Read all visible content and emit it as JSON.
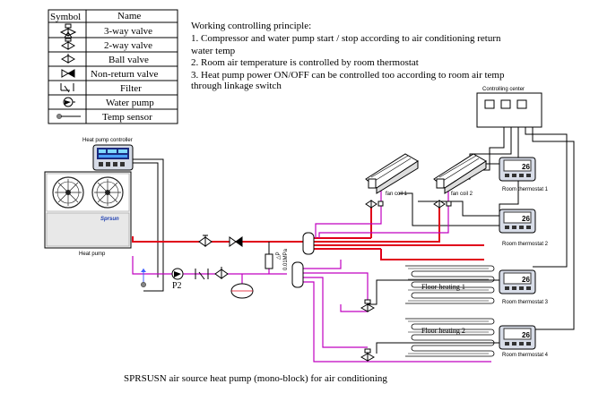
{
  "legend": {
    "header_symbol": "Symbol",
    "header_name": "Name",
    "items": [
      {
        "icon": "3-way-valve-icon",
        "name": "3-way valve"
      },
      {
        "icon": "2-way-valve-icon",
        "name": "2-way valve"
      },
      {
        "icon": "ball-valve-icon",
        "name": "Ball valve"
      },
      {
        "icon": "non-return-valve-icon",
        "name": "Non-return valve"
      },
      {
        "icon": "filter-icon",
        "name": "Filter"
      },
      {
        "icon": "water-pump-icon",
        "name": "Water pump"
      },
      {
        "icon": "temp-sensor-icon",
        "name": "Temp sensor"
      }
    ]
  },
  "principle": {
    "title": "Working controlling principle:",
    "line1a": "1. Compressor and water pump start / stop according to air conditioning return",
    "line1b": "water temp",
    "line2": "2. Room air temperature is controlled by room thermostat",
    "line3a": "3. Heat pump power ON/OFF can be controlled too according to room air temp",
    "line3b": "through linkage switch"
  },
  "labels": {
    "heat_pump_controller": "Heat pump controller",
    "heat_pump": "Heat pump",
    "brand": "Sprsun",
    "controlling_center": "Controlling center",
    "fan_coil_1": "fan coil 1",
    "fan_coil_2": "fan coil 2",
    "thermostat_1": "Room thermostat 1",
    "thermostat_2": "Room thermostat 2",
    "thermostat_3": "Room thermostat 3",
    "thermostat_4": "Room thermostat 4",
    "thermostat_display": "26",
    "floor_heating_1": "Floor heating 1",
    "floor_heating_2": "Floor heating 2",
    "pump_label": "P2",
    "bypass_label": "0.01MPa",
    "bypass_label2": "△P",
    "caption": "SPRSUSN air source heat pump (mono-block) for air conditioning"
  },
  "colors": {
    "supply_pipe": "#e0001a",
    "return_pipe": "#c000c0",
    "control_wire": "#000000",
    "sensor_wire": "#4060ff"
  }
}
